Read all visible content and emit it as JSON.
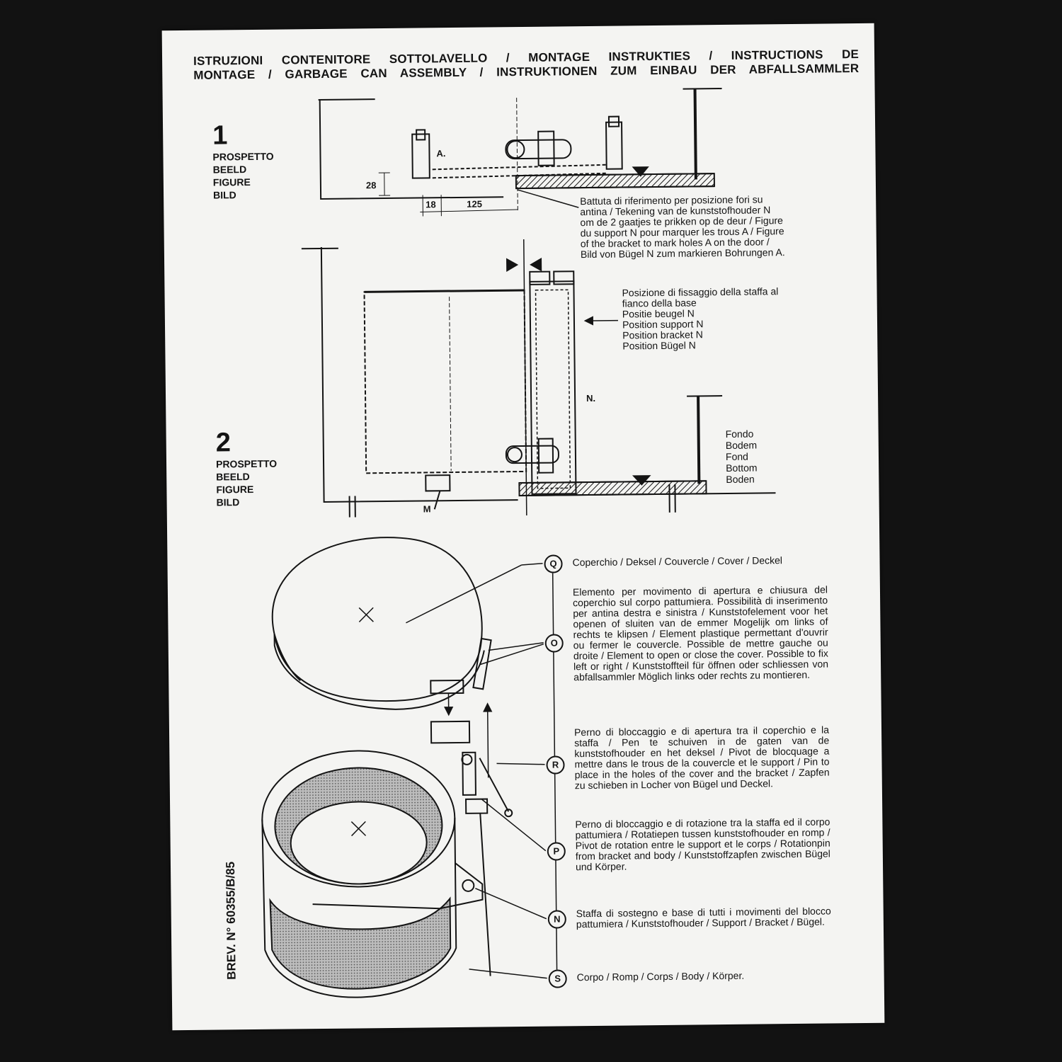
{
  "title": {
    "line1": "ISTRUZIONI CONTENITORE SOTTOLAVELLO / MONTAGE INSTRUKTIES / INSTRUCTIONS DE",
    "line2": "MONTAGE / GARBAGE CAN ASSEMBLY / INSTRUKTIONEN ZUM EINBAU DER ABFALLSAMMLER"
  },
  "figure1": {
    "number": "1",
    "labels": [
      "PROSPETTO",
      "BEELD",
      "FIGURE",
      "BILD"
    ],
    "dims": {
      "a": "A.",
      "d28": "28",
      "d18": "18",
      "d125": "125"
    },
    "note": [
      "Battuta di riferimento per posizione fori su",
      "antina / Tekening van de kunststofhouder N",
      "om de 2 gaatjes te prikken op de deur / Figure",
      "du support N pour marquer les trous A / Figure",
      "of the bracket to mark holes A on the door /",
      "Bild von Bügel N zum markieren Bohrungen A."
    ]
  },
  "figure2": {
    "number": "2",
    "labels": [
      "PROSPETTO",
      "BEELD",
      "FIGURE",
      "BILD"
    ],
    "position_note": [
      "Posizione di fissaggio della staffa al",
      "fianco della base",
      "Positie beugel N",
      "Position support N",
      "Position bracket N",
      "Position Bügel N"
    ],
    "n_label": "N.",
    "m_label": "M",
    "bottom_note": [
      "Fondo",
      "Bodem",
      "Fond",
      "Bottom",
      "Boden"
    ]
  },
  "parts": [
    {
      "letter": "Q",
      "text": "Coperchio / Deksel / Couvercle / Cover / Deckel"
    },
    {
      "letter": "O",
      "text": "Elemento per movimento di apertura e chiusura del coperchio sul corpo pattumiera. Possibilità di inserimento per antina destra e sinistra / Kunststofelement voor het openen of sluiten van de emmer Mogelijk om links of rechts te klipsen / Element plastique permettant d'ouvrir ou fermer le couvercle. Possible de mettre gauche ou droite / Element to open or close the cover. Possible to fix left or right / Kunststoffteil für öffnen oder schliessen von abfallsammler Möglich links oder rechts zu montieren."
    },
    {
      "letter": "R",
      "text": "Perno di bloccaggio e di apertura tra il coperchio e la staffa / Pen te schuiven in de gaten van de kunststofhouder en het deksel / Pivot de blocquage a mettre dans le trous de la couvercle et le support / Pin to place in the holes of the cover and the bracket / Zapfen zu schieben in Locher von Bügel und Deckel."
    },
    {
      "letter": "P",
      "text": "Perno di bloccaggio e di rotazione tra la staffa ed il corpo pattumiera / Rotatiepen tussen kunststofhouder en romp / Pivot de rotation entre le support et le corps / Rotationpin from bracket and body / Kunststoffzapfen zwischen Bügel und Körper."
    },
    {
      "letter": "N",
      "text": "Staffa di sostegno e base di tutti i movimenti del blocco pattumiera / Kunststofhouder / Support / Bracket / Bügel."
    },
    {
      "letter": "S",
      "text": "Corpo / Romp / Corps / Body / Körper."
    }
  ],
  "brev": "BREV. N° 60355/B/85",
  "colors": {
    "background": "#121212",
    "paper": "#f4f4f2",
    "ink": "#141414"
  }
}
